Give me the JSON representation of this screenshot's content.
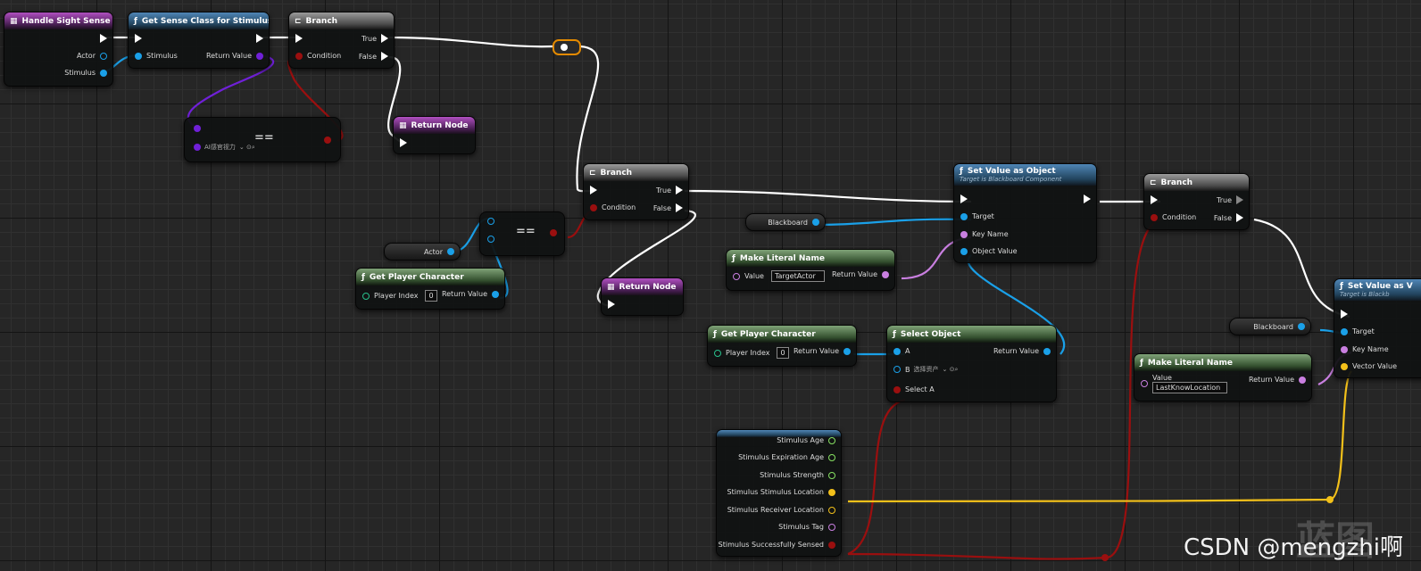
{
  "colors": {
    "exec": "#ffffff",
    "object": "#1aa0e8",
    "bool": "#9a0f0f",
    "struct_vector": "#f2c01a",
    "name": "#c97fe0",
    "float": "#86e062",
    "class": "#7020d8",
    "reroute": "#e38a00"
  },
  "nodes": {
    "handle_sight": {
      "title": "Handle Sight Sense",
      "actor": "Actor",
      "stimulus": "Stimulus"
    },
    "get_sense_class": {
      "title": "Get Sense Class for Stimulus",
      "stimulus": "Stimulus",
      "return_value": "Return Value"
    },
    "branch1": {
      "title": "Branch",
      "condition": "Condition",
      "true": "True",
      "false": "False"
    },
    "return1": {
      "title": "Return Node"
    },
    "eq_class": {
      "symbol": "==",
      "value": "AI感官视力"
    },
    "branch2": {
      "title": "Branch",
      "condition": "Condition",
      "true": "True",
      "false": "False"
    },
    "eq_actor": {
      "symbol": "=="
    },
    "actor_var": {
      "label": "Actor"
    },
    "get_player1": {
      "title": "Get Player Character",
      "player_index": "Player Index",
      "index_value": "0",
      "return_value": "Return Value"
    },
    "return2": {
      "title": "Return Node"
    },
    "blackboard1": {
      "label": "Blackboard"
    },
    "set_obj": {
      "title": "Set Value as Object",
      "subtitle": "Target is Blackboard Component",
      "target": "Target",
      "key_name": "Key Name",
      "object_value": "Object Value"
    },
    "make_name1": {
      "title": "Make Literal Name",
      "value_label": "Value",
      "value": "TargetActor",
      "return_value": "Return Value"
    },
    "get_player2": {
      "title": "Get Player Character",
      "player_index": "Player Index",
      "index_value": "0",
      "return_value": "Return Value"
    },
    "select_obj": {
      "title": "Select Object",
      "a": "A",
      "b": "B",
      "b_value": "选择资产",
      "select_a": "Select A",
      "return_value": "Return Value"
    },
    "stimulus_break": {
      "pins": [
        "Stimulus Age",
        "Stimulus Expiration Age",
        "Stimulus Strength",
        "Stimulus Stimulus Location",
        "Stimulus Receiver Location",
        "Stimulus Tag",
        "Stimulus Successfully Sensed"
      ]
    },
    "branch3": {
      "title": "Branch",
      "condition": "Condition",
      "true": "True",
      "false": "False"
    },
    "blackboard2": {
      "label": "Blackboard"
    },
    "make_name2": {
      "title": "Make Literal Name",
      "value_label": "Value",
      "value": "LastKnowLocation",
      "return_value": "Return Value"
    },
    "set_vec": {
      "title": "Set Value as V",
      "subtitle": "Target is Blackb",
      "target": "Target",
      "key_name": "Key Name",
      "vector_value": "Vector Value"
    }
  },
  "watermark": {
    "text": "CSDN @mengzhi啊",
    "logo": "蓝图"
  }
}
